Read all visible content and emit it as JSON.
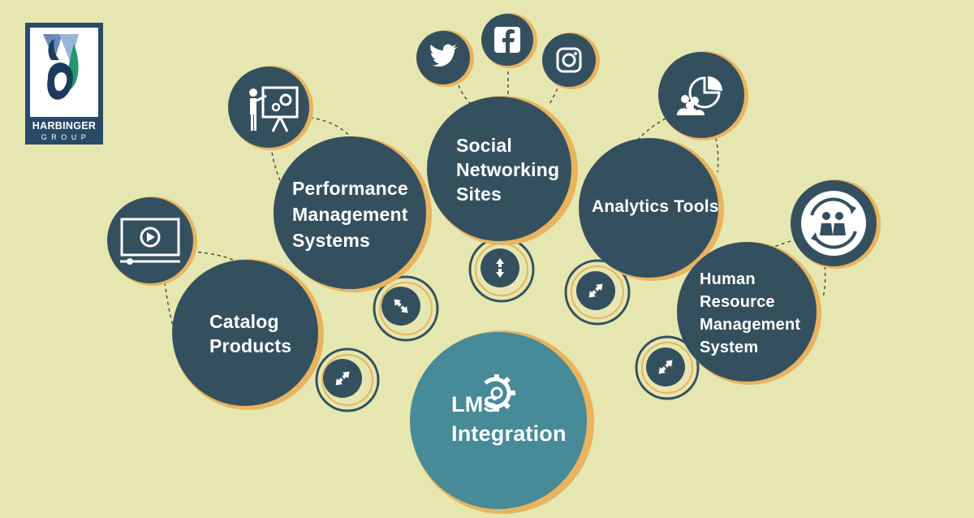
{
  "logo": {
    "name": "HARBINGER",
    "sub": "GROUP",
    "reg": "®"
  },
  "center": {
    "line1": "LMS",
    "line2": "Integration"
  },
  "nodes": {
    "catalog": {
      "line1": "Catalog",
      "line2": "Products",
      "icon": "video-player-icon"
    },
    "performance": {
      "line1": "Performance",
      "line2": "Management",
      "line3": "Systems",
      "icon": "presentation-gears-icon"
    },
    "social": {
      "line1": "Social",
      "line2": "Networking",
      "line3": "Sites"
    },
    "analytics": {
      "line1": "Analytics Tools",
      "icon": "analytics-pie-people-icon"
    },
    "hr": {
      "line1": "Human",
      "line2": "Resource",
      "line3": "Management",
      "line4": "System",
      "icon": "hr-cycle-people-icon"
    }
  },
  "social_icons": [
    "twitter-icon",
    "facebook-icon",
    "instagram-icon"
  ],
  "colors": {
    "background": "#e6e6b0",
    "circle": "#34505f",
    "center": "#478a98",
    "accent": "#e8b460"
  }
}
